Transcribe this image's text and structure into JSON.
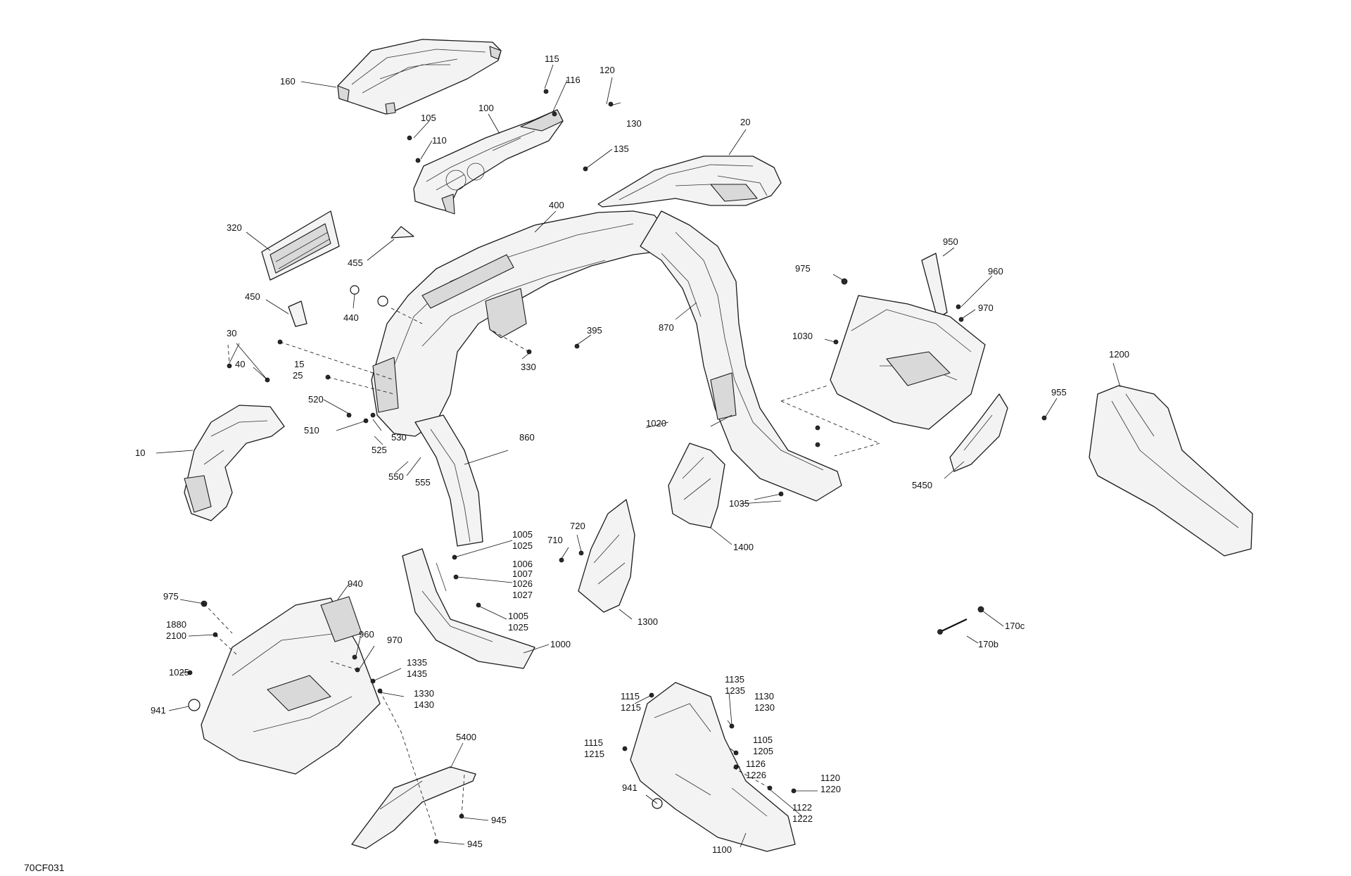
{
  "figure_ref": "70CF031",
  "callouts": [
    {
      "id": "160",
      "label": "160"
    },
    {
      "id": "115",
      "label": "115"
    },
    {
      "id": "116",
      "label": "116"
    },
    {
      "id": "120",
      "label": "120"
    },
    {
      "id": "130",
      "label": "130"
    },
    {
      "id": "100",
      "label": "100"
    },
    {
      "id": "105",
      "label": "105"
    },
    {
      "id": "110",
      "label": "110"
    },
    {
      "id": "135",
      "label": "135"
    },
    {
      "id": "20",
      "label": "20"
    },
    {
      "id": "400",
      "label": "400"
    },
    {
      "id": "320",
      "label": "320"
    },
    {
      "id": "455",
      "label": "455"
    },
    {
      "id": "450",
      "label": "450"
    },
    {
      "id": "440",
      "label": "440"
    },
    {
      "id": "395",
      "label": "395"
    },
    {
      "id": "330",
      "label": "330"
    },
    {
      "id": "870",
      "label": "870"
    },
    {
      "id": "950",
      "label": "950"
    },
    {
      "id": "975a",
      "label": "975"
    },
    {
      "id": "960a",
      "label": "960"
    },
    {
      "id": "970a",
      "label": "970"
    },
    {
      "id": "1030",
      "label": "1030"
    },
    {
      "id": "30",
      "label": "30"
    },
    {
      "id": "40",
      "label": "40"
    },
    {
      "id": "15",
      "label": "15"
    },
    {
      "id": "25",
      "label": "25"
    },
    {
      "id": "520",
      "label": "520"
    },
    {
      "id": "510",
      "label": "510"
    },
    {
      "id": "530",
      "label": "530"
    },
    {
      "id": "525",
      "label": "525"
    },
    {
      "id": "860",
      "label": "860"
    },
    {
      "id": "550",
      "label": "550"
    },
    {
      "id": "555",
      "label": "555"
    },
    {
      "id": "10",
      "label": "10"
    },
    {
      "id": "1020",
      "label": "1020"
    },
    {
      "id": "1035",
      "label": "1035"
    },
    {
      "id": "1200",
      "label": "1200"
    },
    {
      "id": "955",
      "label": "955"
    },
    {
      "id": "5450",
      "label": "5450"
    },
    {
      "id": "1400",
      "label": "1400"
    },
    {
      "id": "1005a",
      "label": "1005"
    },
    {
      "id": "1025a",
      "label": "1025"
    },
    {
      "id": "710",
      "label": "710"
    },
    {
      "id": "720",
      "label": "720"
    },
    {
      "id": "1006",
      "label": "1006"
    },
    {
      "id": "1007",
      "label": "1007"
    },
    {
      "id": "1026",
      "label": "1026"
    },
    {
      "id": "1027",
      "label": "1027"
    },
    {
      "id": "1005b",
      "label": "1005"
    },
    {
      "id": "1025b",
      "label": "1025"
    },
    {
      "id": "1300",
      "label": "1300"
    },
    {
      "id": "1000",
      "label": "1000"
    },
    {
      "id": "940",
      "label": "940"
    },
    {
      "id": "975b",
      "label": "975"
    },
    {
      "id": "1880",
      "label": "1880"
    },
    {
      "id": "2100",
      "label": "2100"
    },
    {
      "id": "960b",
      "label": "960"
    },
    {
      "id": "970b",
      "label": "970"
    },
    {
      "id": "1335",
      "label": "1335"
    },
    {
      "id": "1435",
      "label": "1435"
    },
    {
      "id": "1025c",
      "label": "1025"
    },
    {
      "id": "1330",
      "label": "1330"
    },
    {
      "id": "1430",
      "label": "1430"
    },
    {
      "id": "941a",
      "label": "941"
    },
    {
      "id": "170c",
      "label": "170c"
    },
    {
      "id": "170b",
      "label": "170b"
    },
    {
      "id": "1135",
      "label": "1135"
    },
    {
      "id": "1235",
      "label": "1235"
    },
    {
      "id": "1115a",
      "label": "1115"
    },
    {
      "id": "1215a",
      "label": "1215"
    },
    {
      "id": "1130",
      "label": "1130"
    },
    {
      "id": "1230",
      "label": "1230"
    },
    {
      "id": "1115b",
      "label": "1115"
    },
    {
      "id": "1215b",
      "label": "1215"
    },
    {
      "id": "1105",
      "label": "1105"
    },
    {
      "id": "1205",
      "label": "1205"
    },
    {
      "id": "1126",
      "label": "1126"
    },
    {
      "id": "1226",
      "label": "1226"
    },
    {
      "id": "1120",
      "label": "1120"
    },
    {
      "id": "1220",
      "label": "1220"
    },
    {
      "id": "941b",
      "label": "941"
    },
    {
      "id": "1122",
      "label": "1122"
    },
    {
      "id": "1222",
      "label": "1222"
    },
    {
      "id": "1100",
      "label": "1100"
    },
    {
      "id": "5400",
      "label": "5400"
    },
    {
      "id": "945a",
      "label": "945"
    },
    {
      "id": "945b",
      "label": "945"
    }
  ]
}
